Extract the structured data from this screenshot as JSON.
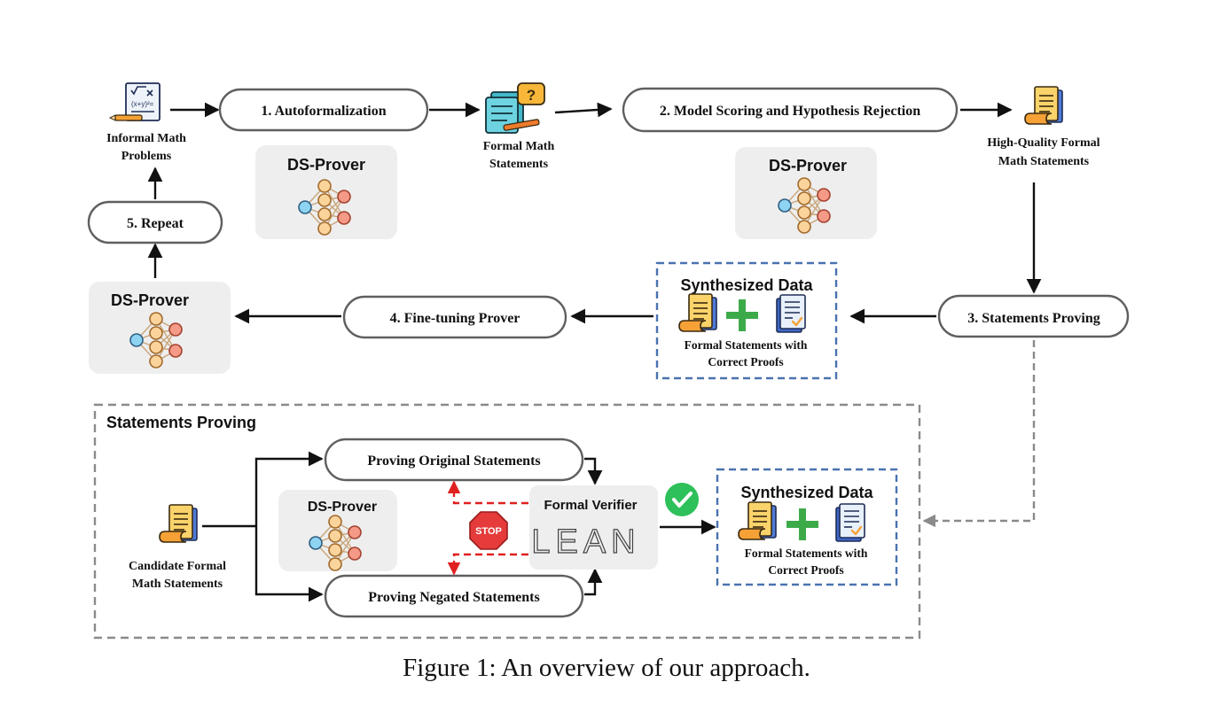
{
  "nodes": {
    "informal": {
      "line1": "Informal Math",
      "line2": "Problems"
    },
    "autoformalization": "1. Autoformalization",
    "formal_statements": {
      "line1": "Formal Math",
      "line2": "Statements"
    },
    "scoring": "2. Model Scoring and Hypothesis Rejection",
    "high_quality": {
      "line1": "High-Quality Formal",
      "line2": "Math Statements"
    },
    "statements_proving": "3. Statements Proving",
    "fine_tuning": "4. Fine-tuning Prover",
    "repeat": "5. Repeat",
    "prover_label": "DS-Prover",
    "synth_top": {
      "title": "Synthesized Data",
      "line1": "Formal Statements with",
      "line2": "Correct Proofs"
    }
  },
  "detail": {
    "title": "Statements Proving",
    "candidate": {
      "line1": "Candidate Formal",
      "line2": "Math Statements"
    },
    "proving_original": "Proving Original Statements",
    "proving_negated": "Proving Negated Statements",
    "prover_label": "DS-Prover",
    "verifier_title": "Formal Verifier",
    "verifier_logo": "LEAN",
    "stop_label": "STOP",
    "synth": {
      "title": "Synthesized Data",
      "line1": "Formal Statements with",
      "line2": "Correct Proofs"
    }
  },
  "caption": "Figure 1: An overview of our approach.",
  "colors": {
    "arrow": "#111111",
    "pill_border": "#5f5f5f",
    "prover_bg": "#eeeeee",
    "dashed_blue": "#4a72b0",
    "dashed_gray": "#8a8a8a",
    "dashed_red": "#e02020",
    "plus_green": "#3daa4a",
    "check_green": "#2ec05a",
    "stop_red": "#e53b3b"
  },
  "icons": {
    "network": "neural-network-icon",
    "document": "document-stack-icon",
    "verified_doc": "verified-document-icon",
    "formal_doc": "formal-statements-icon",
    "informal_doc": "informal-math-icon"
  }
}
